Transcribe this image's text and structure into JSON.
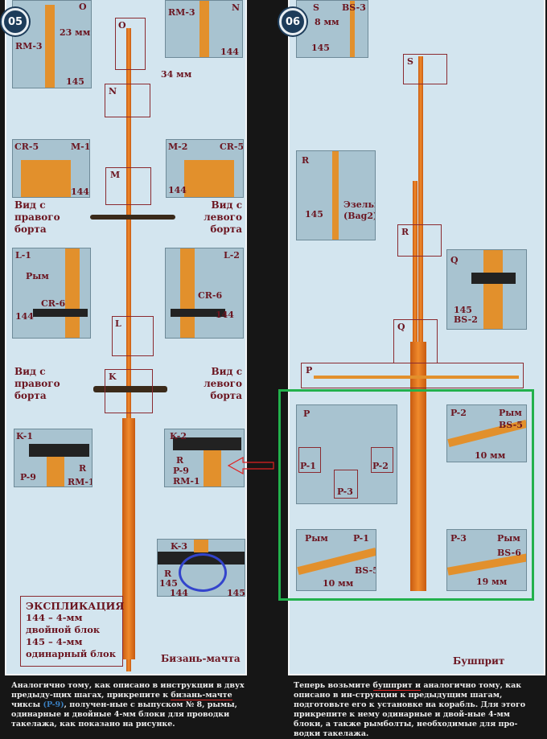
{
  "left": {
    "step": "05",
    "insets": {
      "o": {
        "title": "O",
        "rm": "RM-3",
        "dim": "23 мм",
        "part": "145"
      },
      "n": {
        "title": "N",
        "rm": "RM-3",
        "part": "144"
      },
      "m1": {
        "title": "M-1",
        "cr": "CR-5",
        "part": "144"
      },
      "m2": {
        "title": "M-2",
        "cr": "CR-5",
        "part": "144"
      },
      "l1": {
        "title": "L-1",
        "ring": "Рым",
        "cr": "CR-6",
        "part": "144"
      },
      "l2": {
        "title": "L-2",
        "cr": "CR-6",
        "part": "144"
      },
      "k1": {
        "title": "K-1",
        "r": "R",
        "p": "P-9",
        "rm": "RM-1"
      },
      "k2": {
        "title": "K-2",
        "r": "R",
        "p": "P-9",
        "rm": "RM-1"
      },
      "k3": {
        "title": "K-3",
        "r": "R",
        "a": "145",
        "b": "144",
        "c": "145"
      }
    },
    "boxes": {
      "o": "O",
      "n": "N",
      "m": "M",
      "l": "L",
      "k": "K"
    },
    "dim34": "34 мм",
    "caption_right": "Вид с правого борта",
    "caption_left": "Вид с левого борта",
    "legend": {
      "title": "ЭКСПЛИКАЦИЯ",
      "l1": "144 – 4-мм",
      "l2": "двойной блок",
      "l3": "145 – 4-мм",
      "l4": "одинарный блок"
    },
    "mast_name": "Бизань-мачта",
    "text": {
      "p1": "Аналогично тому, как описано в инструкции в двух предыду-щих шагах, прикрепите к ",
      "u": "бизань-мачте",
      "p2": " чиксы ",
      "ref": "(P-9)",
      "p3": ", получен-ные с выпуском № 8, рымы, одинарные и двойные 4-мм блоки для проводки такелажа, как показано на рисунке."
    }
  },
  "right": {
    "step": "06",
    "insets": {
      "s": {
        "title": "S",
        "bs": "BS-3",
        "dim": "8 мм",
        "part": "145"
      },
      "r": {
        "title": "R",
        "part": "145",
        "name": "Эзельгофт",
        "sub": "(Bag2)"
      },
      "q": {
        "title": "Q",
        "part": "145",
        "bs": "BS-2"
      },
      "p": {
        "title": "P",
        "a": "P-1",
        "b": "P-2",
        "c": "P-3"
      },
      "p2": {
        "title": "P-2",
        "ring": "Рым",
        "bs": "BS-5",
        "dim": "10 мм"
      },
      "p1": {
        "title": "P-1",
        "ring": "Рым",
        "bs": "BS-5",
        "dim": "10 мм"
      },
      "p3": {
        "title": "P-3",
        "ring": "Рым",
        "bs": "BS-6",
        "dim": "19 мм"
      }
    },
    "boxes": {
      "s": "S",
      "r": "R",
      "q": "Q",
      "p": "P"
    },
    "mast_name": "Бушприт",
    "text": {
      "p1": "Теперь возьмите ",
      "u": "бушприт и",
      "p2": " аналогично тому, как описано в ин-струкции к предыдущим шагам, подготовьте его к установке на корабль. Для этого прикрепите к нему одинарные и двой-ные 4-мм блоки, а также рымболты, необходимые для про-водки такелажа."
    }
  },
  "colors": {
    "highlight_green": "#22b14c",
    "highlight_blue": "#3344cc",
    "arrow_red": "#e02020"
  }
}
